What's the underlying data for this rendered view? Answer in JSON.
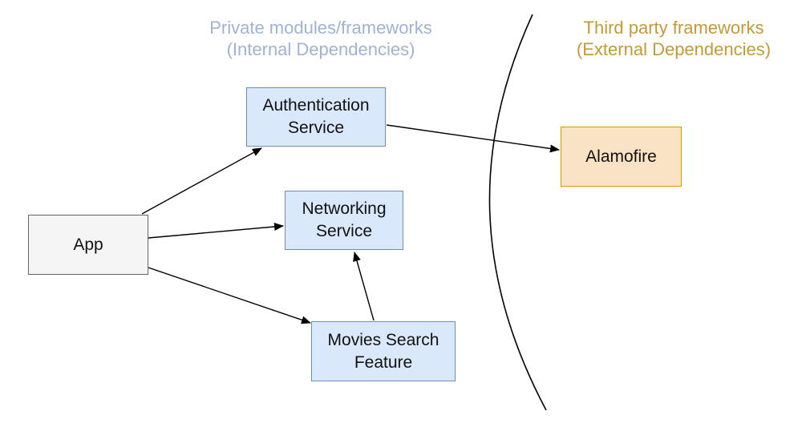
{
  "headings": {
    "internal": [
      "Private modules/frameworks",
      "(Internal Dependencies)"
    ],
    "external": [
      "Third party frameworks",
      "(External Dependencies)"
    ]
  },
  "nodes": {
    "auth": [
      "Authentication",
      "Service"
    ],
    "networking": [
      "Networking",
      "Service"
    ],
    "movies": [
      "Movies Search",
      "Feature"
    ],
    "app": [
      "App"
    ],
    "alamofire": [
      "Alamofire"
    ]
  },
  "edges": [
    {
      "from": "App",
      "to": "Authentication Service"
    },
    {
      "from": "App",
      "to": "Networking Service"
    },
    {
      "from": "App",
      "to": "Movies Search Feature"
    },
    {
      "from": "Movies Search Feature",
      "to": "Networking Service"
    },
    {
      "from": "Authentication Service",
      "to": "Alamofire"
    }
  ],
  "colors": {
    "internal_heading": "#9fb3d3",
    "external_heading": "#c59a36",
    "internal_fill": "#dae8fc",
    "internal_stroke": "#6c8ebf",
    "app_fill": "#f5f5f5",
    "app_stroke": "#666666",
    "external_fill": "#fae3c4",
    "external_stroke": "#d79b00",
    "line": "#000000"
  }
}
